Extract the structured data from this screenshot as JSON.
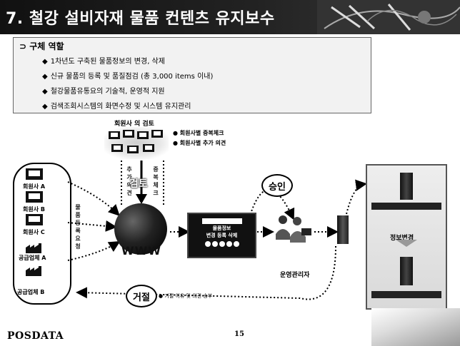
{
  "title": "7. 철강 설비자재 물품 컨텐츠 유지보수",
  "role": {
    "heading": "구체 역할",
    "items": [
      "1차년도 구축된 물품정보의 변경, 삭제",
      "신규 물품의 등록 및 품질점검 (총 3,000 items 이내)",
      "철강물품유통요의 기술적, 운영적 지원",
      "검색조회시스템의 화면수정 및 시스템 유지관리"
    ]
  },
  "review": {
    "title": "회원사 의 검토",
    "notes": [
      "회원사별 중복체크",
      "회원사별 추가 의견"
    ],
    "left_vertical": "추가의견",
    "center_label": "검토",
    "right_vertical": "중복체크"
  },
  "members": [
    "회원사 A",
    "회원사 B",
    "회원사 C",
    "공급업체 A",
    "공급업체 B"
  ],
  "vertical_request": "물품등록요청",
  "www_label": "WWW",
  "approval_label": "승인",
  "operator_label": "운영관리자",
  "screen_rows": [
    "물품정보",
    "변경 등록 삭제"
  ],
  "right_panel": {
    "top_caption": "",
    "middle_label": "정보변경",
    "bottom_caption": ""
  },
  "reject": {
    "label": "거절",
    "note": "거절 이유 및 의견 송부"
  },
  "footer": {
    "logo": "POSDATA",
    "page": "15"
  }
}
